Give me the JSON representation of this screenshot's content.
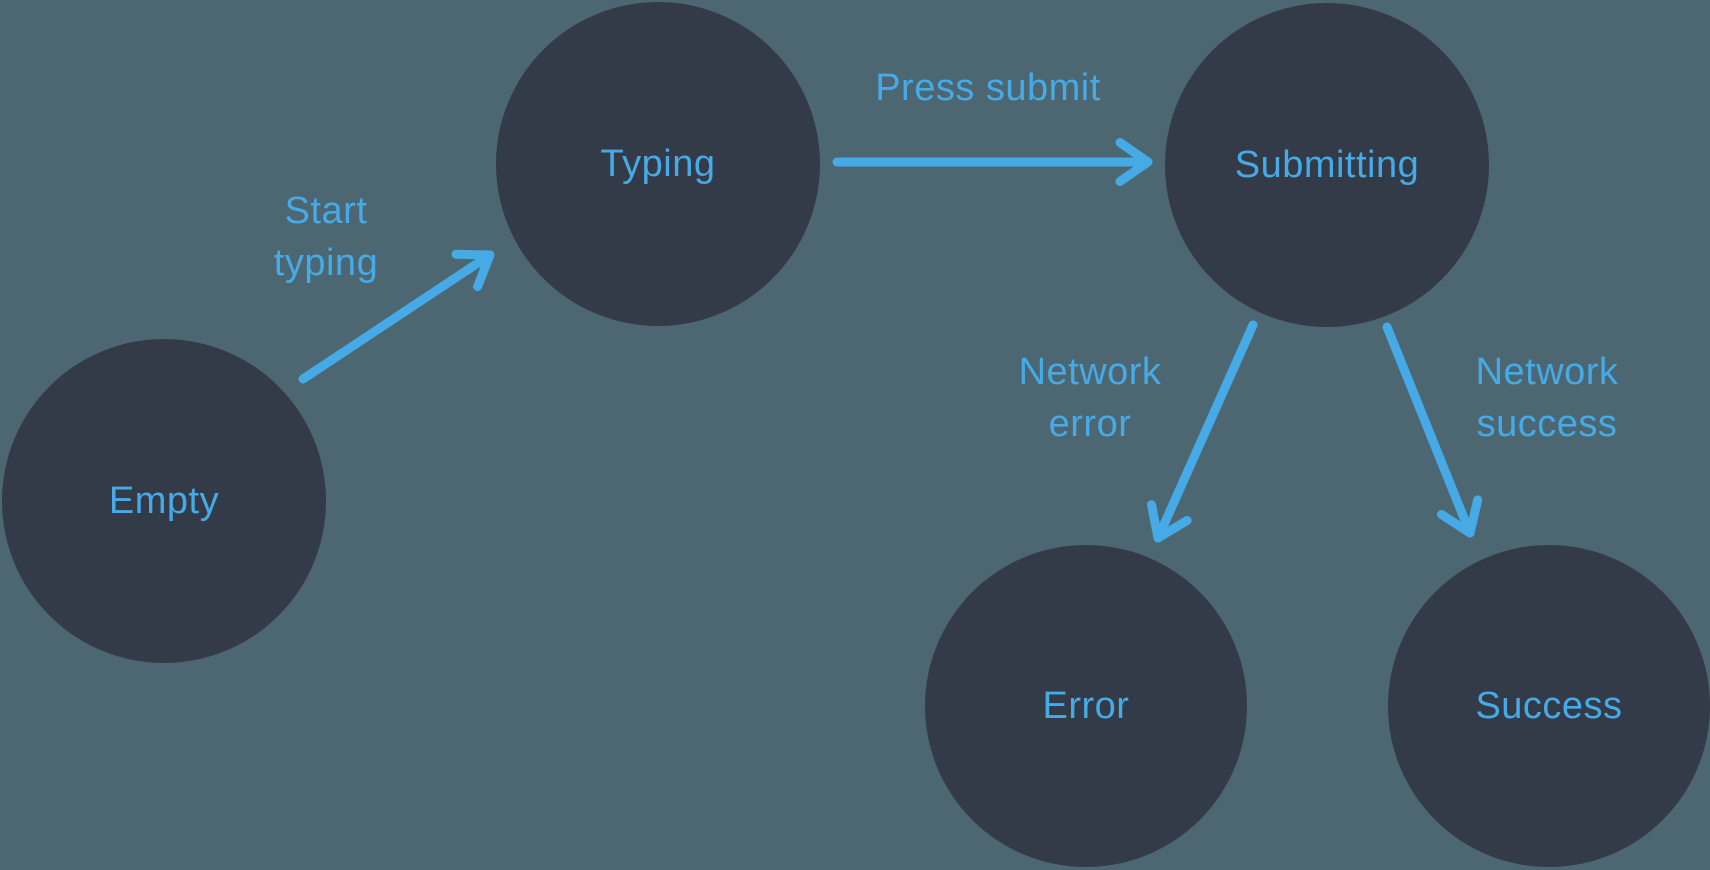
{
  "diagram": {
    "type": "state-machine",
    "colors": {
      "background": "#4C6771",
      "node_fill": "#333A48",
      "accent": "#45AAE6"
    },
    "nodes": [
      {
        "id": "empty",
        "label": "Empty"
      },
      {
        "id": "typing",
        "label": "Typing"
      },
      {
        "id": "submitting",
        "label": "Submitting"
      },
      {
        "id": "error",
        "label": "Error"
      },
      {
        "id": "success",
        "label": "Success"
      }
    ],
    "edges": [
      {
        "from": "Empty",
        "to": "Typing",
        "label": "Start typing",
        "label_lines": [
          "Start",
          "typing"
        ]
      },
      {
        "from": "Typing",
        "to": "Submitting",
        "label": "Press submit",
        "label_lines": [
          "Press submit"
        ]
      },
      {
        "from": "Submitting",
        "to": "Error",
        "label": "Network error",
        "label_lines": [
          "Network",
          "error"
        ]
      },
      {
        "from": "Submitting",
        "to": "Success",
        "label": "Network success",
        "label_lines": [
          "Network",
          "success"
        ]
      }
    ]
  }
}
